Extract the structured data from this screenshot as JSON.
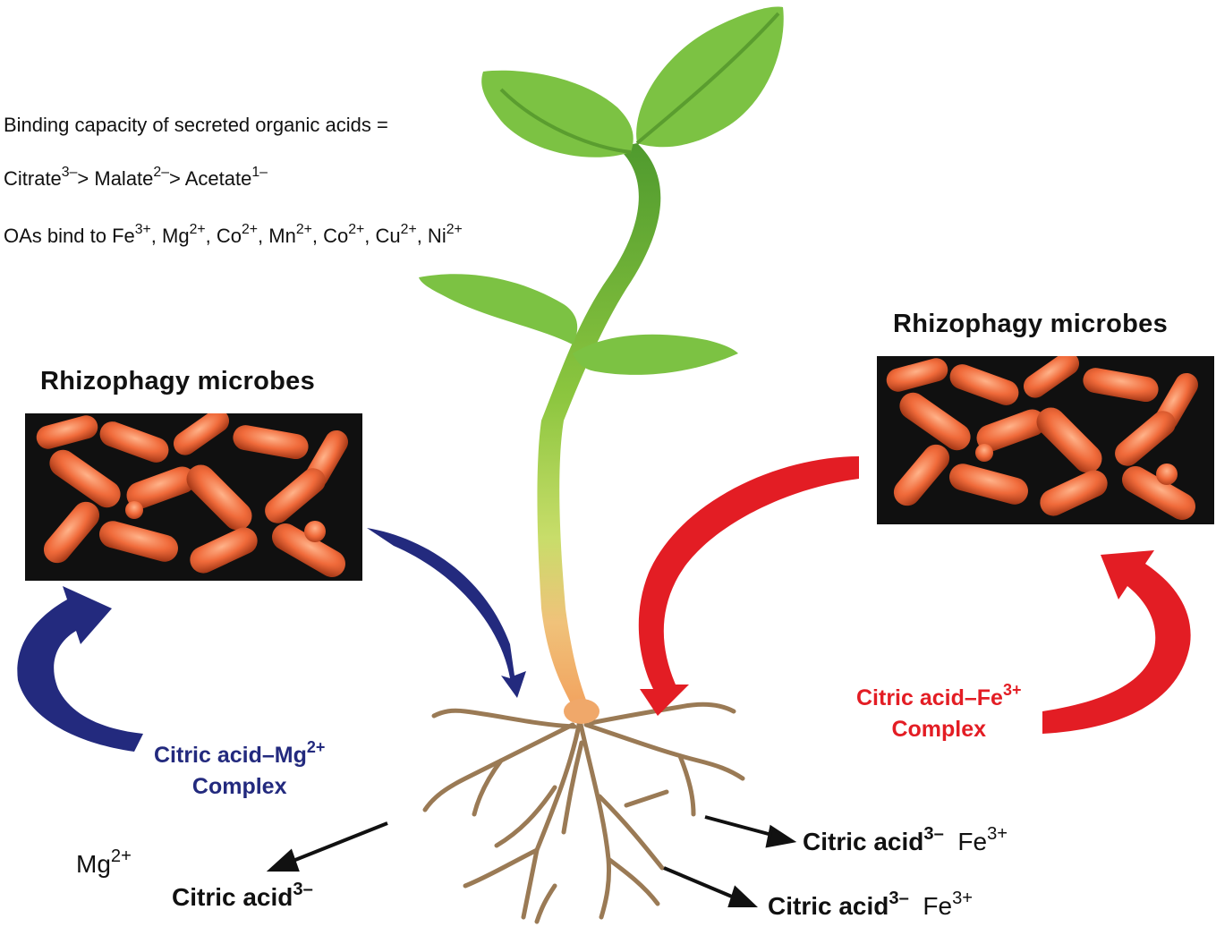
{
  "info": {
    "line1": "Binding capacity of secreted organic acids =",
    "citrate": "Citrate",
    "citrate_charge": "3–",
    "gt1": "> Malate",
    "malate_charge": "2–",
    "gt2": "> Acetate",
    "acetate_charge": "1–",
    "oa_prefix": "OAs bind to Fe",
    "fe_charge": "3+",
    "mg": ", Mg",
    "mg_charge": "2+",
    "co": ", Co",
    "co_charge": "2+",
    "mn": ", Mn",
    "mn_charge": "2+",
    "co2": ", Co",
    "co2_charge": "2+",
    "cu": ", Cu",
    "cu_charge": "2+",
    "ni": ", Ni",
    "ni_charge": "2+"
  },
  "left_panel": {
    "title": "Rhizophagy microbes",
    "complex_a": "Citric acid–Mg",
    "complex_charge": "2+",
    "complex_b": "Complex"
  },
  "right_panel": {
    "title": "Rhizophagy microbes",
    "complex_a": "Citric acid–Fe",
    "complex_charge": "3+",
    "complex_b": "Complex"
  },
  "products": {
    "mg_ion": "Mg",
    "mg_ion_charge": "2+",
    "left_citric": "Citric acid",
    "left_citric_charge": "3–",
    "right1_citric": "Citric acid",
    "right1_citric_charge": "3–",
    "right1_ion": "Fe",
    "right1_ion_charge": "3+",
    "right2_citric": "Citric acid",
    "right2_citric_charge": "3–",
    "right2_ion": "Fe",
    "right2_ion_charge": "3+"
  },
  "colors": {
    "blue_arrow": "#232a7e",
    "red_arrow": "#e31d24",
    "leaf": "#7cc243",
    "root": "#9a7a55"
  }
}
